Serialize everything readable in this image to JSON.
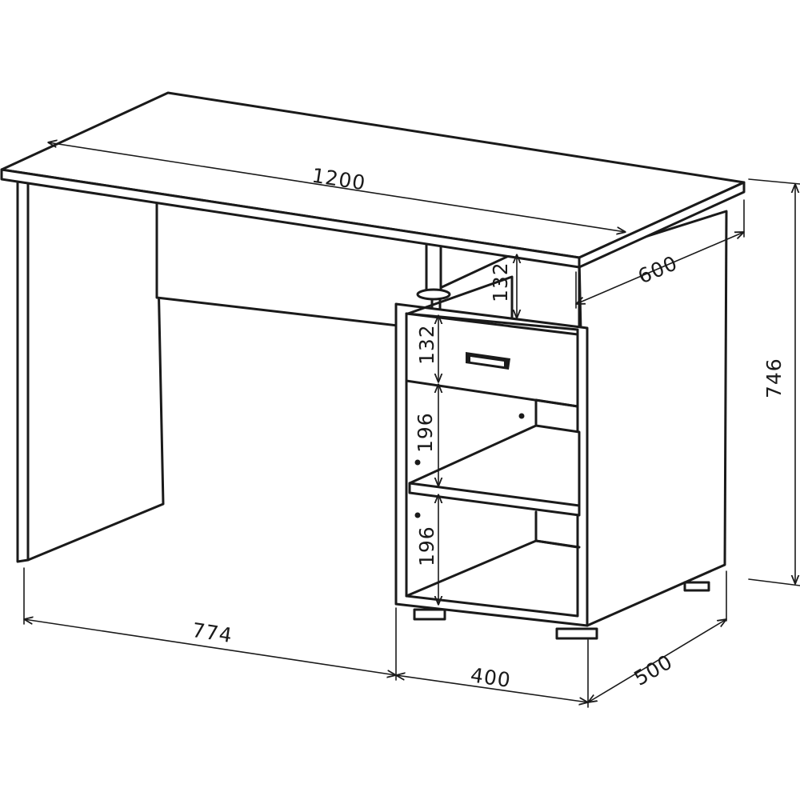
{
  "dimensions": {
    "width_total": "1200",
    "depth_top": "600",
    "height_total": "746",
    "niche_height": "132",
    "drawer_height": "132",
    "shelf_gap_upper": "196",
    "shelf_gap_lower": "196",
    "leg_span": "774",
    "cabinet_width": "400",
    "cabinet_depth": "500"
  }
}
